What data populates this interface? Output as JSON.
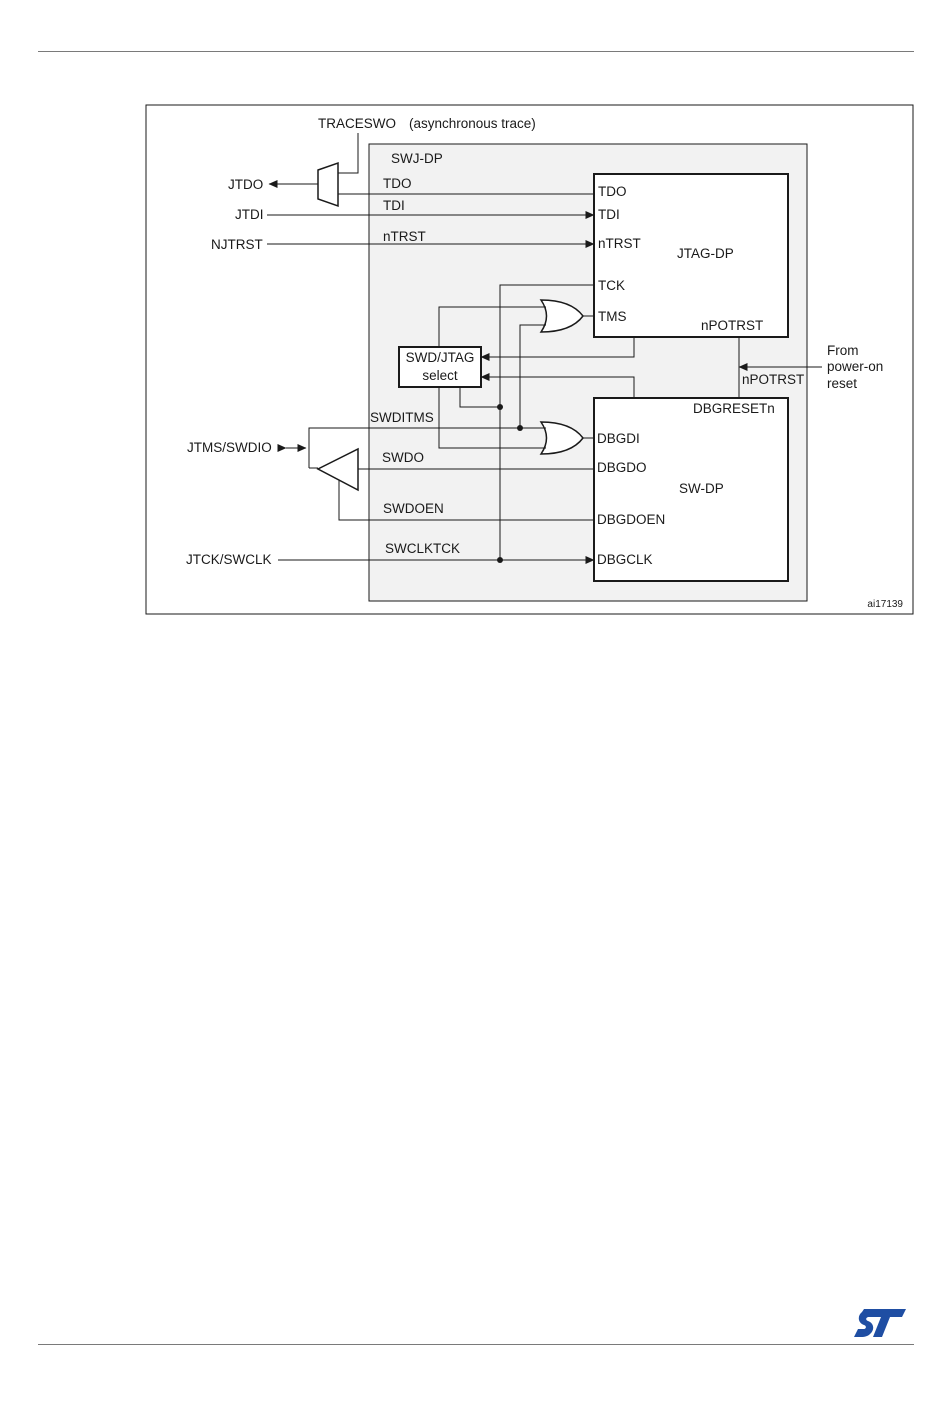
{
  "figure": {
    "id_label": "ai17139",
    "inputs": {
      "traceswo": "TRACESWO",
      "async_trace": "(asynchronous trace)",
      "jtdo": "JTDO",
      "jtdi": "JTDI",
      "njtrst": "NJTRST",
      "jtms_swdio": "JTMS/SWDIO",
      "jtck_swclk": "JTCK/SWCLK",
      "from_por_1": "From",
      "from_por_2": "power-on",
      "from_por_3": "reset"
    },
    "swj_dp": {
      "label": "SWJ-DP",
      "signals": {
        "tdo": "TDO",
        "tdi": "TDI",
        "ntrst": "nTRST",
        "swditms": "SWDITMS",
        "swdo": "SWDO",
        "swdoen": "SWDOEN",
        "swclktck": "SWCLKTCK",
        "npotrst_out": "nPOTRST"
      }
    },
    "jtag_dp": {
      "label": "JTAG-DP",
      "ports": {
        "tdo": "TDO",
        "tdi": "TDI",
        "ntrst": "nTRST",
        "tck": "TCK",
        "tms": "TMS",
        "npotrst": "nPOTRST"
      }
    },
    "select_box": {
      "line1": "SWD/JTAG",
      "line2": "select"
    },
    "sw_dp": {
      "label": "SW-DP",
      "ports": {
        "dbgresetn": "DBGRESETn",
        "dbgdi": "DBGDI",
        "dbgdo": "DBGDO",
        "dbgdoen": "DBGDOEN",
        "dbgclk": "DBGCLK"
      }
    }
  },
  "colors": {
    "line": "#1a1a1a",
    "swj_fill": "#f2f2f2",
    "rule": "#7a7a7a",
    "logo": "#1f4ea3"
  },
  "logo": {
    "icon": "st-logo-icon"
  }
}
